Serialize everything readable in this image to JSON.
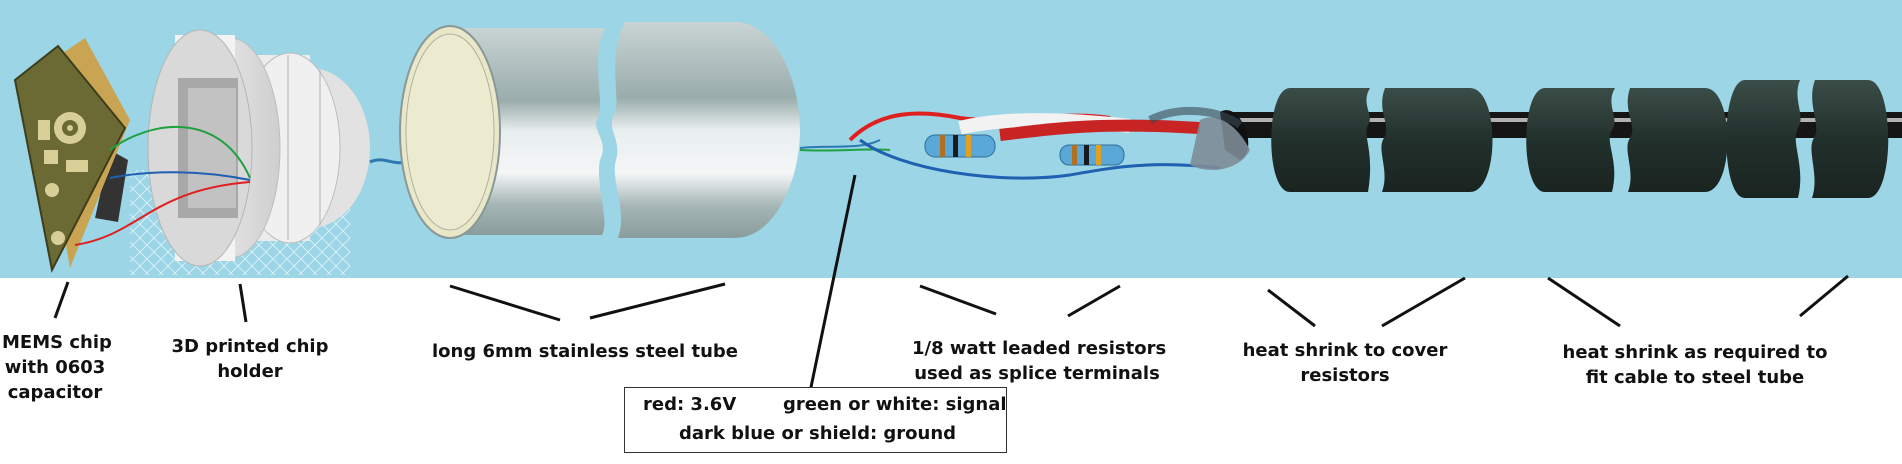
{
  "labels": {
    "mems": [
      "MEMS chip",
      "with 0603",
      "capacitor"
    ],
    "holder": [
      "3D printed chip",
      "holder"
    ],
    "tube": [
      "long 6mm stainless steel tube"
    ],
    "resistors": [
      "1/8 watt leaded resistors",
      "used as splice terminals"
    ],
    "heat_shrink_cover": [
      "heat shrink to cover",
      "resistors"
    ],
    "heat_shrink_fit": [
      "heat shrink as required to",
      "fit cable to steel tube"
    ]
  },
  "legend": {
    "red": "red: 3.6V",
    "green": "green or white: signal",
    "blue": "dark blue or shield: ground"
  },
  "colors": {
    "background_band": "#9bd5e6",
    "tube_light": "#e4eaea",
    "tube_dark": "#97a9a9",
    "tube_end": "#e8e8c8",
    "heat_shrink": "#2a3a36",
    "wire_red": "#e02020",
    "wire_green": "#20a040",
    "wire_blue": "#2060b0",
    "resistor": "#5aa8d8"
  },
  "icons": [
    "mems-chip-icon",
    "chip-holder-icon",
    "steel-tube-icon",
    "resistor-icon",
    "heat-shrink-icon",
    "cable-icon"
  ]
}
